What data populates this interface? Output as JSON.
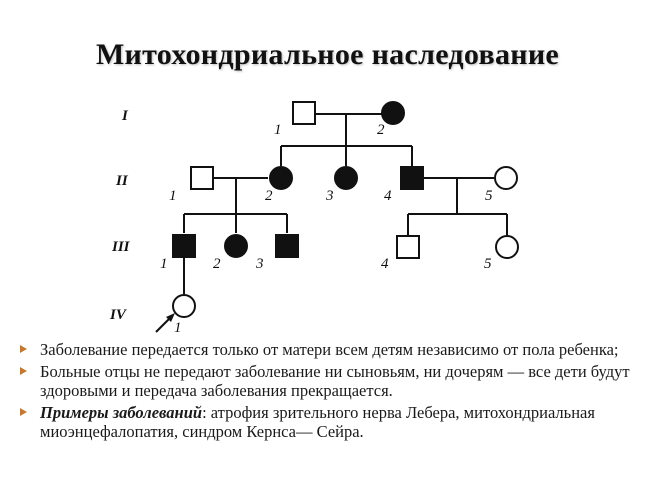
{
  "title": "Митохондриальное наследование",
  "pedigree": {
    "generations": [
      "I",
      "II",
      "III",
      "IV"
    ],
    "individuals": [
      {
        "id": "I-1",
        "label": "1",
        "sex": "male",
        "affected": false
      },
      {
        "id": "I-2",
        "label": "2",
        "sex": "female",
        "affected": true
      },
      {
        "id": "II-1",
        "label": "1",
        "sex": "male",
        "affected": false
      },
      {
        "id": "II-2",
        "label": "2",
        "sex": "female",
        "affected": true
      },
      {
        "id": "II-3",
        "label": "3",
        "sex": "female",
        "affected": true
      },
      {
        "id": "II-4",
        "label": "4",
        "sex": "male",
        "affected": true
      },
      {
        "id": "II-5",
        "label": "5",
        "sex": "female",
        "affected": false
      },
      {
        "id": "III-1",
        "label": "1",
        "sex": "male",
        "affected": true
      },
      {
        "id": "III-2",
        "label": "2",
        "sex": "female",
        "affected": true
      },
      {
        "id": "III-3",
        "label": "3",
        "sex": "male",
        "affected": true
      },
      {
        "id": "III-4",
        "label": "4",
        "sex": "male",
        "affected": false
      },
      {
        "id": "III-5",
        "label": "5",
        "sex": "female",
        "affected": false
      },
      {
        "id": "IV-1",
        "label": "1",
        "sex": "female",
        "affected": false,
        "proband": true
      }
    ]
  },
  "bullets": {
    "b1": "Заболевание передается только от матери всем детям независимо от пола ребенка;",
    "b2": "Больные отцы не передают заболевание ни сыновьям, ни дочерям — все дети будут здоровыми и передача заболевания прекращается.",
    "b3_emphasis": "Примеры заболеваний",
    "b3_rest": ": атрофия зрительного нерва Лебера, митохондриальная миоэнцефалопатия, синдром Кернса— Сейра."
  },
  "colors": {
    "bullet_marker": "#c8782a",
    "text": "#1a1a1a",
    "symbol_stroke": "#111111"
  }
}
